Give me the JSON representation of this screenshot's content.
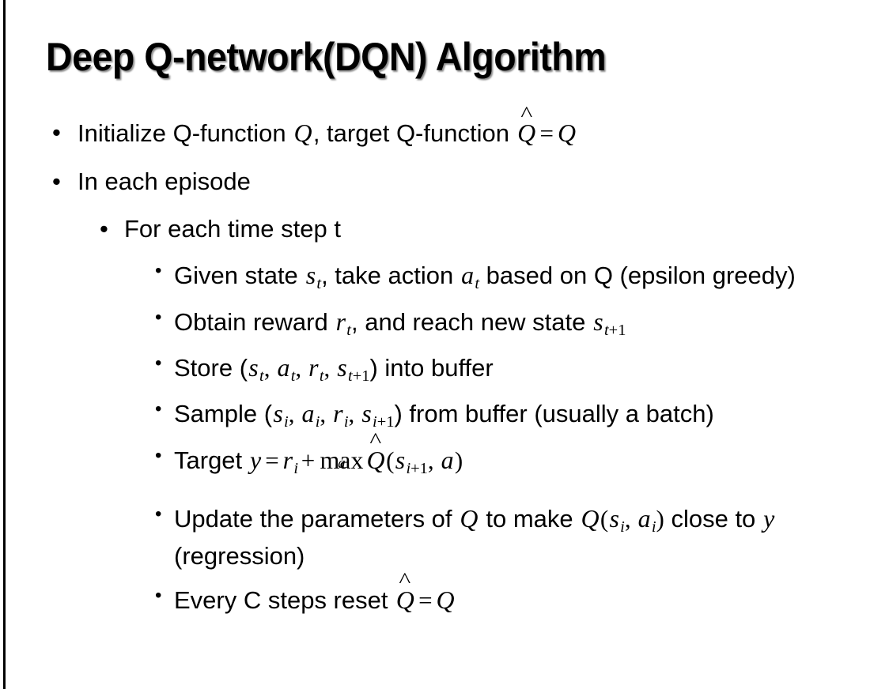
{
  "slide": {
    "title": "Deep Q-network(DQN) Algorithm",
    "background_color": "#FFFFFF",
    "text_color": "#000000",
    "left_rule_color": "#000000"
  },
  "bullets": {
    "b1": {
      "marker": "•",
      "level": 1,
      "pre": "Initialize Q-function ",
      "var_q1": "Q",
      "mid": ", target Q-function ",
      "qhat": "Q",
      "equals": "=",
      "var_q2": "Q"
    },
    "b2": {
      "marker": "•",
      "level": 1,
      "text": "In each episode"
    },
    "b3": {
      "marker": "•",
      "level": 2,
      "text": "For each time step t"
    },
    "b4": {
      "marker": "•",
      "level": 3,
      "pre": "Given state ",
      "var_s": "s",
      "sub_s": "t",
      "mid": ", take action ",
      "var_a": "a",
      "sub_a": "t",
      "post": " based on Q (epsilon greedy)"
    },
    "b5": {
      "marker": "•",
      "level": 3,
      "pre": "Obtain reward ",
      "var_r": "r",
      "sub_r": "t",
      "mid": ", and reach new state ",
      "var_s2": "s",
      "sub_s2_var": "t",
      "sub_s2_op": "+1"
    },
    "b6": {
      "marker": "•",
      "level": 3,
      "pre": "Store (",
      "v1": "s",
      "v1sub": "t",
      "sep1": ", ",
      "v2": "a",
      "v2sub": "t",
      "sep2": ", ",
      "v3": "r",
      "v3sub": "t",
      "sep3": ", ",
      "v4": "s",
      "v4sub_var": "t",
      "v4sub_op": "+1",
      "post": ") into buffer"
    },
    "b7": {
      "marker": "•",
      "level": 3,
      "pre": "Sample (",
      "v1": "s",
      "v1sub": "i",
      "sep1": ", ",
      "v2": "a",
      "v2sub": "i",
      "sep2": ", ",
      "v3": "r",
      "v3sub": "i",
      "sep3": ", ",
      "v4": "s",
      "v4sub_var": "i",
      "v4sub_op": "+1",
      "post": ") from buffer (usually a batch)"
    },
    "b8": {
      "marker": "•",
      "level": 3,
      "pre": "Target ",
      "var_y": "y",
      "equals": "=",
      "var_r": "r",
      "sub_r": "i",
      "plus": "+",
      "op_max": "max",
      "op_max_sub": "a",
      "qhat": "Q",
      "open": "(",
      "var_s": "s",
      "sub_s_var": "i",
      "sub_s_op": "+1",
      "comma": ", ",
      "var_a": "a",
      "close": ")"
    },
    "b9": {
      "marker": "•",
      "level": 3,
      "pre": "Update the parameters of ",
      "var_q1": "Q",
      "mid": " to make ",
      "var_q2": "Q",
      "open": "(",
      "v1": "s",
      "v1sub": "i",
      "sep1": ", ",
      "v2": "a",
      "v2sub": "i",
      "close": ")",
      "post": " close to ",
      "var_y": "y",
      "tail": " (regression)"
    },
    "b10": {
      "marker": "•",
      "level": 3,
      "pre": "Every C steps reset ",
      "qhat": "Q",
      "equals": "=",
      "var_q": "Q"
    }
  }
}
